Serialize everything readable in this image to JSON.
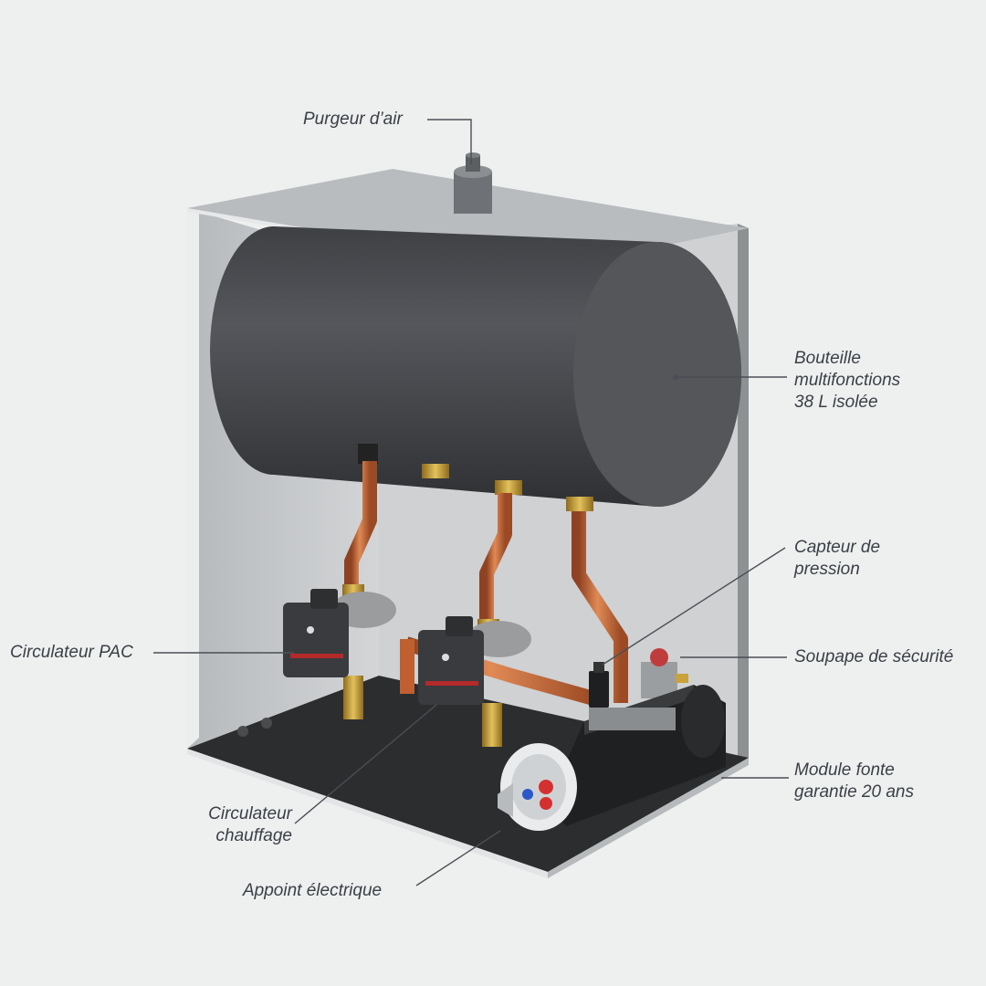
{
  "labels": {
    "purgeur": "Purgeur d’air",
    "bouteille": "Bouteille\nmultifonctions\n38 L isolée",
    "capteur": "Capteur de\npression",
    "circulateur_pac": "Circulateur PAC",
    "soupape": "Soupape de sécurité",
    "module": "Module fonte\ngarantie 20 ans",
    "circulateur_chauffage": "Circulateur\nchauffage",
    "appoint": "Appoint électrique"
  },
  "colors": {
    "background": "#eef0ef",
    "cabinet_panel": "#c9cccf",
    "tank": "#4a4c50",
    "floor": "#2c2d2f",
    "copper": "#c86a3a",
    "brass": "#c9a23c",
    "pump_body": "#3a3b3e",
    "label_text": "#3a4047"
  }
}
